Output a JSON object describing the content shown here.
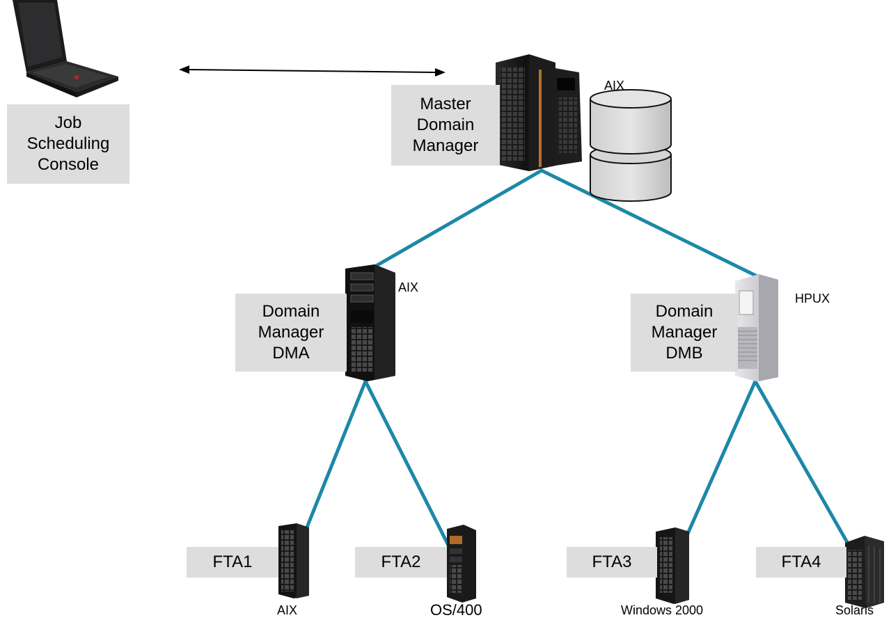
{
  "colors": {
    "link": "#1c88a8",
    "label_bg": "#dddddd",
    "arrow": "#000000"
  },
  "console": {
    "label": "Job\nScheduling\nConsole",
    "icon": "laptop-icon"
  },
  "master": {
    "label": "Master\nDomain\nManager",
    "os": "AIX",
    "icon": "mainframe-server-icon",
    "db_icon": "database-icon"
  },
  "dma": {
    "label": "Domain\nManager\nDMA",
    "os": "AIX",
    "icon": "tower-server-icon"
  },
  "dmb": {
    "label": "Domain\nManager\nDMB",
    "os": "HPUX",
    "icon": "tower-server-icon"
  },
  "agents": [
    {
      "label": "FTA1",
      "os": "AIX",
      "icon": "rack-server-icon"
    },
    {
      "label": "FTA2",
      "os": "OS/400",
      "icon": "server-icon"
    },
    {
      "label": "FTA3",
      "os": "Windows 2000",
      "icon": "server-icon"
    },
    {
      "label": "FTA4",
      "os": "Solaris",
      "icon": "server-icon"
    }
  ]
}
